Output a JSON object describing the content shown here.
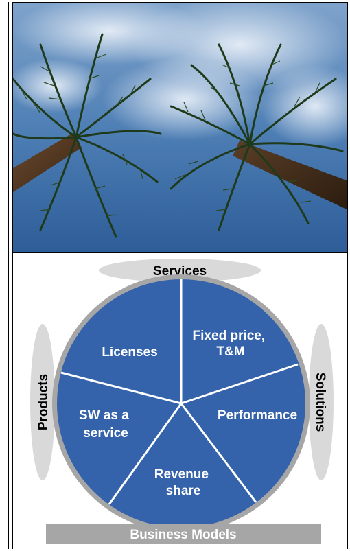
{
  "photo": {
    "subject": "palm-trees-under-sky"
  },
  "diagram": {
    "top_label": "Services",
    "left_label": "Products",
    "right_label": "Solutions",
    "bottom_label": "Business Models",
    "segments": [
      {
        "label_lines": [
          "Licenses"
        ]
      },
      {
        "label_lines": [
          "Fixed price,",
          "T&M"
        ]
      },
      {
        "label_lines": [
          "Performance"
        ]
      },
      {
        "label_lines": [
          "Revenue",
          "share"
        ]
      },
      {
        "label_lines": [
          "SW as a",
          "service"
        ]
      }
    ],
    "colors": {
      "wheel_fill": "#3463AC",
      "wheel_rim": "#A6A6A6",
      "ellipse_fill": "#D9D9D9",
      "bar_fill": "#A6A6A6",
      "segment_text": "#FFFFFF",
      "label_text": "#000000"
    }
  }
}
